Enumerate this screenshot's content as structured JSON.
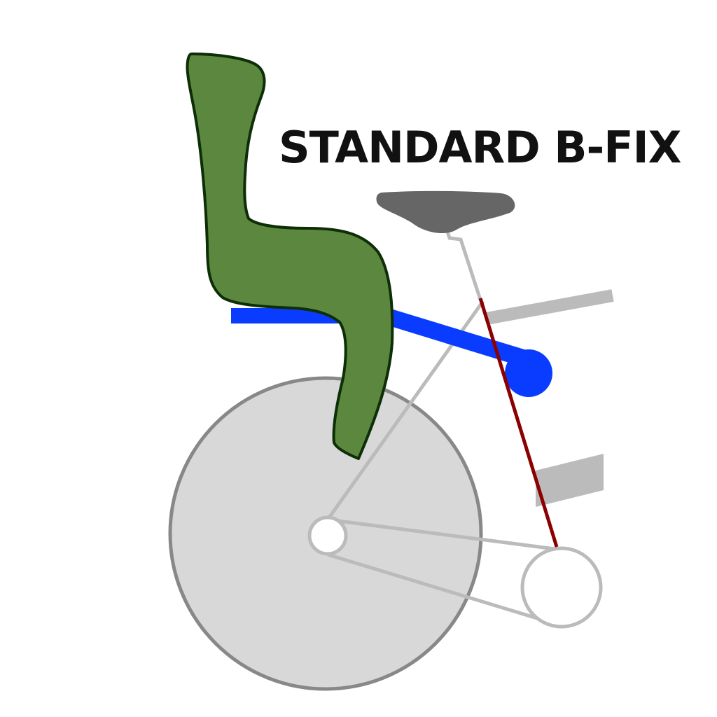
{
  "diagram": {
    "title": "STANDARD B-FIX"
  },
  "colors": {
    "seat_fill": "#5b873e",
    "seat_outline": "#0d2e07",
    "bracket": "#0a3cff",
    "frame": "#bbbbbb",
    "saddle": "#666666",
    "wheel_fill": "#d8d8d8",
    "wheel_rim": "#888888",
    "support_rod": "#8b0000",
    "title_text": "#111111"
  },
  "components": [
    {
      "name": "child-seat",
      "icon": "child-seat-icon"
    },
    {
      "name": "mounting-bracket",
      "icon": "bracket-icon"
    },
    {
      "name": "support-rod",
      "icon": "rod-icon"
    },
    {
      "name": "bicycle-saddle",
      "icon": "saddle-icon"
    },
    {
      "name": "rear-wheel",
      "icon": "wheel-icon"
    },
    {
      "name": "chainring",
      "icon": "chainring-icon"
    }
  ]
}
